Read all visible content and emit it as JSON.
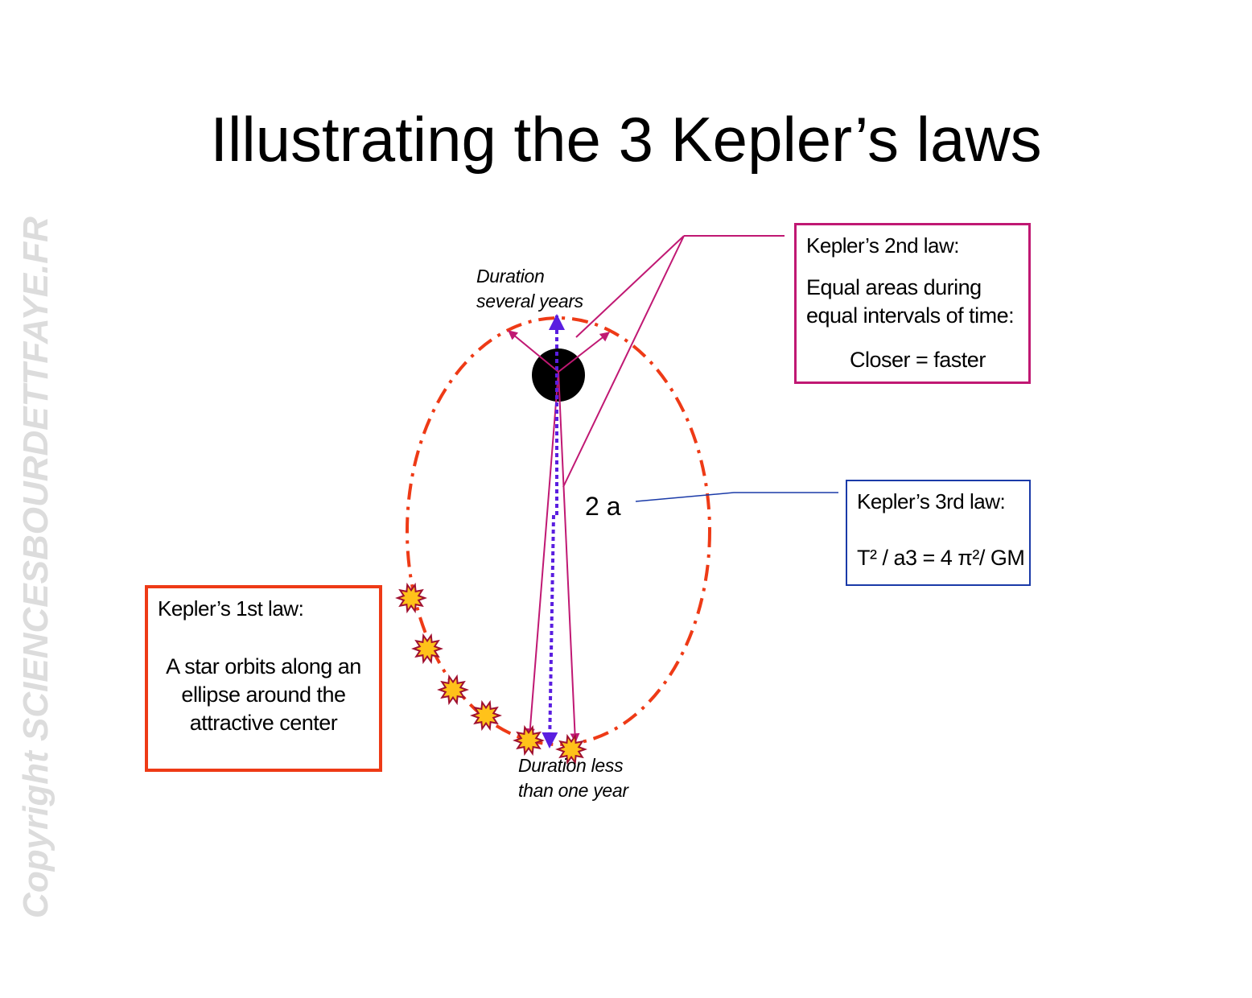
{
  "title": "Illustrating the 3 Kepler’s laws",
  "watermark": "Copyright SCIENCESBOURDETTFAYE.FR",
  "labels": {
    "top_duration_line1": "Duration",
    "top_duration_line2": "several years",
    "bottom_duration_line1": "Duration less",
    "bottom_duration_line2": "than one year",
    "axis": "2 a"
  },
  "law1": {
    "heading": "Kepler’s 1st law:",
    "line1": "A star orbits along an",
    "line2": "ellipse around the",
    "line3": "attractive center"
  },
  "law2": {
    "heading": "Kepler’s 2nd law:",
    "line1": "Equal areas during",
    "line2": "equal intervals of time:",
    "line3": "Closer = faster"
  },
  "law3": {
    "heading": "Kepler’s 3rd law:",
    "formula": "T² / a3 = 4 π²/ GM"
  },
  "colors": {
    "orbit": "#ee3a16",
    "box1_border": "#ee3a16",
    "box2_border": "#c01873",
    "box3_border": "#1a3aa8",
    "area_lines": "#c01873",
    "axis_arrow": "#5a1ee0",
    "star_fill": "#ffc21a",
    "star_stroke": "#a01030",
    "central_body": "#000000"
  }
}
